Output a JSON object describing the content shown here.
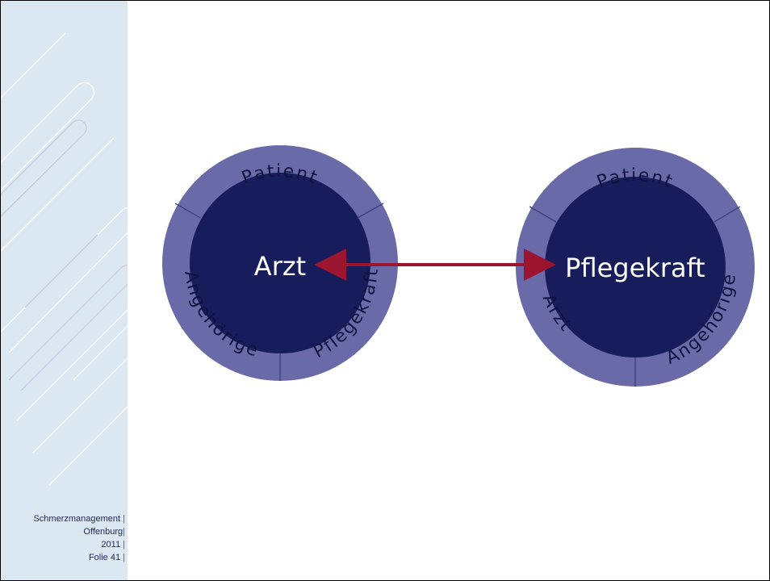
{
  "diagram": {
    "left": {
      "center": "Arzt",
      "ring": [
        "Patient",
        "Pflegekraft",
        "Angehörige"
      ]
    },
    "right": {
      "center": "Pflegekraft",
      "ring": [
        "Patient",
        "Angehörige",
        "Arzt"
      ]
    },
    "arrow": "bidirectional",
    "colors": {
      "ring": "#6a6aa8",
      "core": "#171c5a",
      "arrow": "#9b1530",
      "text": "#ffffff",
      "ring_text": "#0e1440"
    }
  },
  "footer": {
    "line1": "Schmerzmanagement",
    "line2": "Offenburg",
    "line3": "2011",
    "line4": "Folie 41",
    "separator": "|"
  }
}
